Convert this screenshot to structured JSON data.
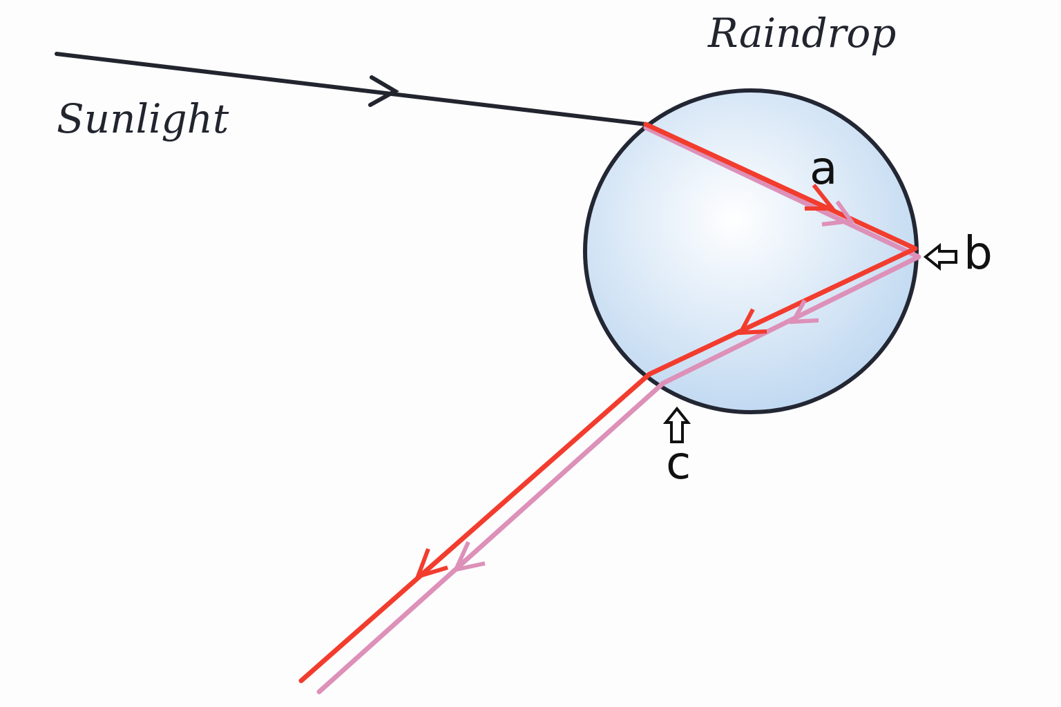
{
  "labels": {
    "sunlight": "Sunlight",
    "raindrop": "Raindrop"
  },
  "points": {
    "a": "a",
    "b": "b",
    "c": "c"
  },
  "colors": {
    "red_ray": "#f23c2e",
    "violet_ray": "#dd90b8",
    "drop_edge": "#232733",
    "drop_fill": "#c8ddf2"
  }
}
